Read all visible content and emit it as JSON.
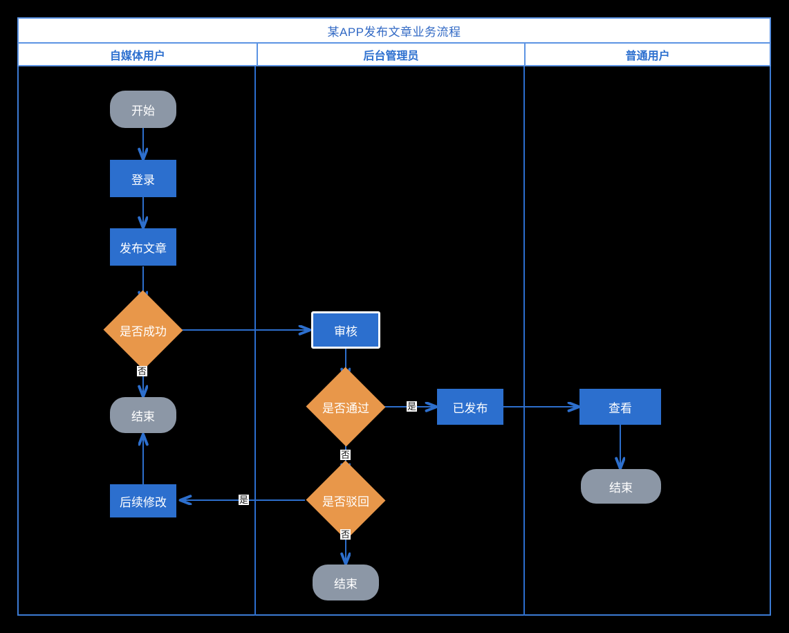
{
  "diagram": {
    "title": "某APP发布文章业务流程",
    "type": "swimlane-flowchart",
    "lanes": [
      {
        "id": "lane-self-media",
        "label": "自媒体用户"
      },
      {
        "id": "lane-admin",
        "label": "后台管理员"
      },
      {
        "id": "lane-normal-user",
        "label": "普通用户"
      }
    ],
    "colors": {
      "frame_border": "#3C7BD4",
      "header_text": "#2C6FCF",
      "title_text": "#3068C4",
      "terminal_fill": "#8C97A6",
      "process_fill": "#2C6FCE",
      "decision_fill": "#E8974A",
      "connector": "#2D6FCD",
      "canvas_background": "#000000",
      "selection_outline": "#FFFFFF"
    },
    "nodes": [
      {
        "id": "start-1",
        "lane": "lane-self-media",
        "shape": "terminal",
        "label": "开始"
      },
      {
        "id": "login",
        "lane": "lane-self-media",
        "shape": "process",
        "label": "登录"
      },
      {
        "id": "publish",
        "lane": "lane-self-media",
        "shape": "process",
        "label": "发布文章"
      },
      {
        "id": "is-success",
        "lane": "lane-self-media",
        "shape": "decision",
        "label": "是否成功"
      },
      {
        "id": "end-1",
        "lane": "lane-self-media",
        "shape": "terminal",
        "label": "结束"
      },
      {
        "id": "revise",
        "lane": "lane-self-media",
        "shape": "process",
        "label": "后续修改"
      },
      {
        "id": "review",
        "lane": "lane-admin",
        "shape": "process",
        "label": "审核",
        "selected": true
      },
      {
        "id": "is-approved",
        "lane": "lane-admin",
        "shape": "decision",
        "label": "是否通过"
      },
      {
        "id": "published",
        "lane": "lane-admin",
        "shape": "process",
        "label": "已发布"
      },
      {
        "id": "is-rejected",
        "lane": "lane-admin",
        "shape": "decision",
        "label": "是否驳回"
      },
      {
        "id": "end-2",
        "lane": "lane-admin",
        "shape": "terminal",
        "label": "结束"
      },
      {
        "id": "view",
        "lane": "lane-normal-user",
        "shape": "process",
        "label": "查看"
      },
      {
        "id": "end-3",
        "lane": "lane-normal-user",
        "shape": "terminal",
        "label": "结束"
      }
    ],
    "edges": [
      {
        "from": "start-1",
        "to": "login",
        "label": ""
      },
      {
        "from": "login",
        "to": "publish",
        "label": ""
      },
      {
        "from": "publish",
        "to": "is-success",
        "label": ""
      },
      {
        "from": "is-success",
        "to": "review",
        "label": ""
      },
      {
        "from": "is-success",
        "to": "end-1",
        "label": "否"
      },
      {
        "from": "review",
        "to": "is-approved",
        "label": ""
      },
      {
        "from": "is-approved",
        "to": "published",
        "label": "是"
      },
      {
        "from": "is-approved",
        "to": "is-rejected",
        "label": "否"
      },
      {
        "from": "is-rejected",
        "to": "revise",
        "label": "是"
      },
      {
        "from": "is-rejected",
        "to": "end-2",
        "label": "否"
      },
      {
        "from": "published",
        "to": "view",
        "label": ""
      },
      {
        "from": "view",
        "to": "end-3",
        "label": ""
      },
      {
        "from": "revise",
        "to": "end-1",
        "label": ""
      }
    ],
    "edge_labels": {
      "success_no": "否",
      "approved_yes": "是",
      "approved_no": "否",
      "rejected_yes": "是",
      "rejected_no": "否"
    }
  }
}
